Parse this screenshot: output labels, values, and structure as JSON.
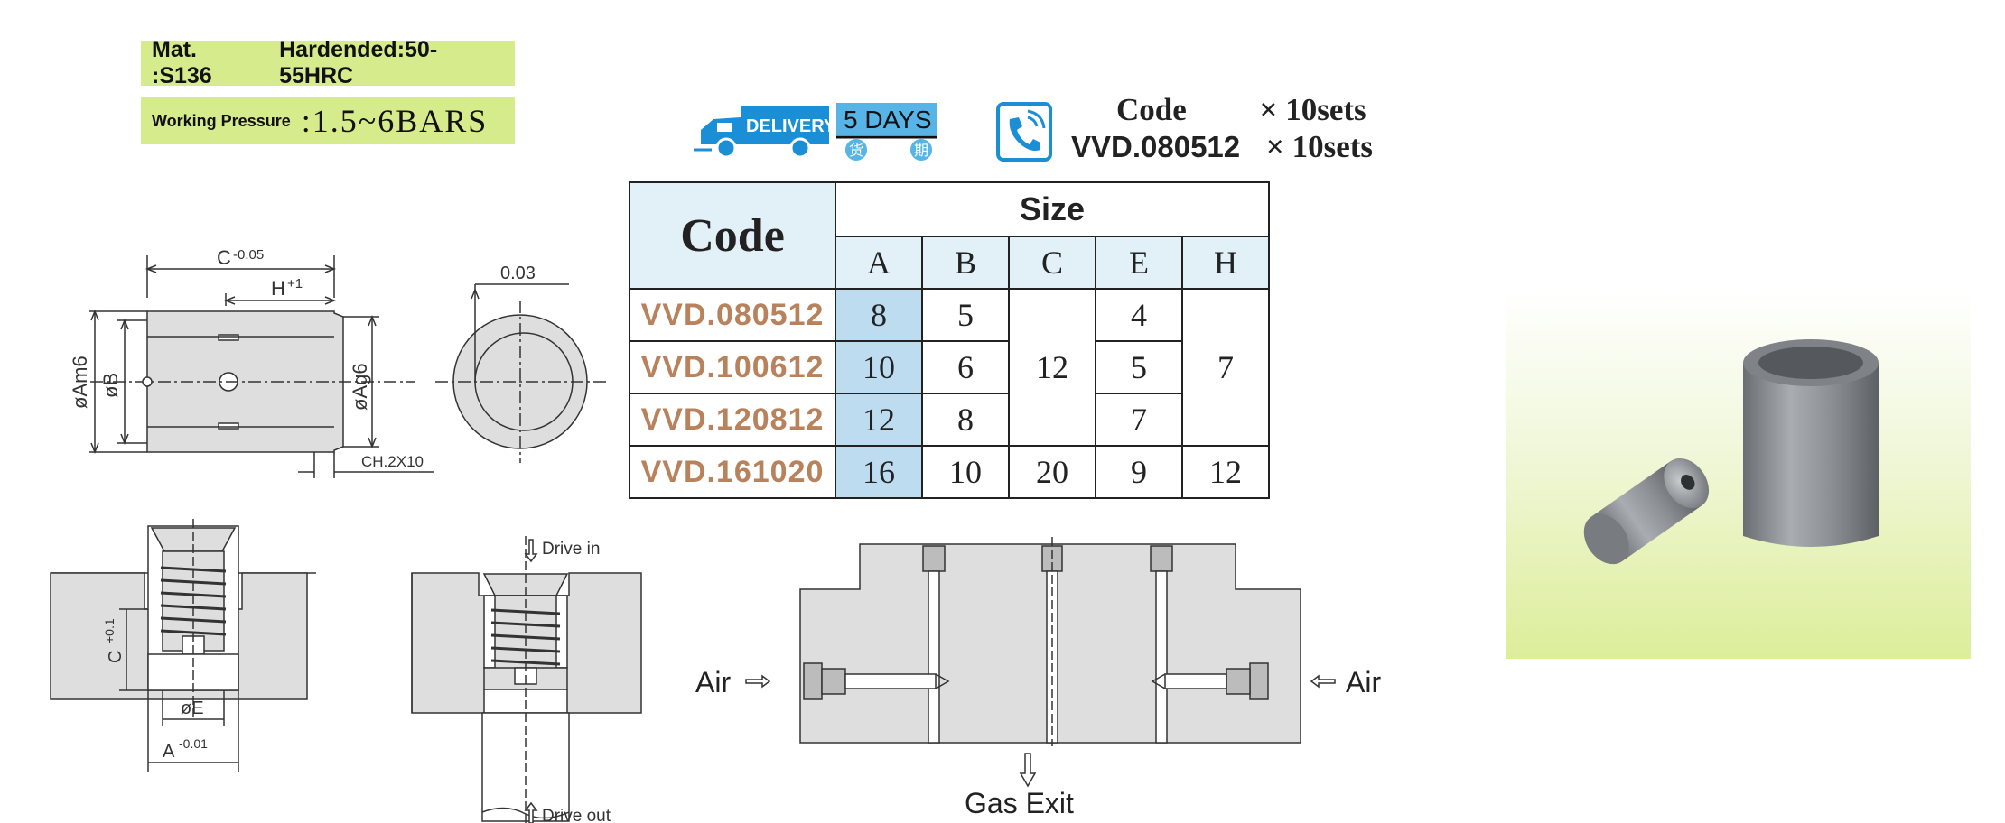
{
  "spec": {
    "material": "Mat. :S136",
    "hardness": "Hardended:50-55HRC",
    "pressure_label": "Working Pressure",
    "pressure_value": ":1.5~6BARS"
  },
  "delivery": {
    "badge": "DELIVERY",
    "days": "5 DAYS",
    "char1": "货",
    "char2": "期"
  },
  "order": {
    "line1_code": "Code",
    "line1_qty": "× 10sets",
    "line2_code": "VVD.080512",
    "line2_qty": "× 10sets"
  },
  "table": {
    "code_header": "Code",
    "size_header": "Size",
    "columns": [
      "A",
      "B",
      "C",
      "E",
      "H"
    ],
    "rows": [
      {
        "code": "VVD.080512",
        "A": "8",
        "B": "5",
        "E": "4"
      },
      {
        "code": "VVD.100612",
        "A": "10",
        "B": "6",
        "E": "5"
      },
      {
        "code": "VVD.120812",
        "A": "12",
        "B": "8",
        "E": "7"
      },
      {
        "code": "VVD.161020",
        "A": "16",
        "B": "10",
        "C": "20",
        "E": "9",
        "H": "12"
      }
    ],
    "merged_c": "12",
    "merged_h": "7"
  },
  "drawing": {
    "dim_c": "C",
    "tol_c": "-0.05",
    "dim_h": "H",
    "tol_h": "+1",
    "dim_am6": "øAm6",
    "dim_b": "øB",
    "dim_ag6": "øAg6",
    "chamfer": "CH.2X10",
    "runout": "0.03",
    "dim_c2": "C",
    "tol_c2": "+0.1",
    "dim_e": "øE",
    "dim_a": "A",
    "tol_a": "-0.01",
    "drive_in": "Drive in",
    "drive_out": "Drive out",
    "air_left": "Air",
    "air_right": "Air",
    "gas_exit": "Gas Exit"
  },
  "colors": {
    "spec_bg": "#d6eb8c",
    "delivery_blue": "#1b8fd6",
    "code_orange": "#b8825c",
    "table_header": "#e2f0f8",
    "table_a_col": "#bddcf0"
  }
}
